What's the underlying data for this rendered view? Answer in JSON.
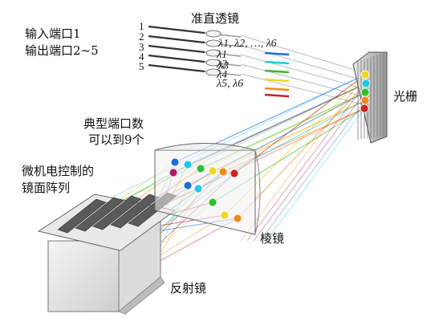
{
  "labels": {
    "input_port": "输入端口1",
    "output_ports": "输出端口2~5",
    "collimator": "准直透镜",
    "grating": "光栅",
    "typical_ports_line1": "典型端口数",
    "typical_ports_line2": "可以到9个",
    "mems_line1": "微机电控制的",
    "mems_line2": "镜面阵列",
    "prism": "棱镜",
    "reflector": "反射镜"
  },
  "port_numbers": [
    "1",
    "2",
    "3",
    "4",
    "5"
  ],
  "wavelength_labels": [
    "λ1, λ2, …, λ6",
    "λ1",
    "λ2",
    "λ3",
    "λ4",
    "λ5, λ6"
  ],
  "beam_colors": [
    "#1e6fd6",
    "#22c7e6",
    "#2fbf2f",
    "#f0d52a",
    "#f08a1e",
    "#d21e1e",
    "#b0186a"
  ]
}
